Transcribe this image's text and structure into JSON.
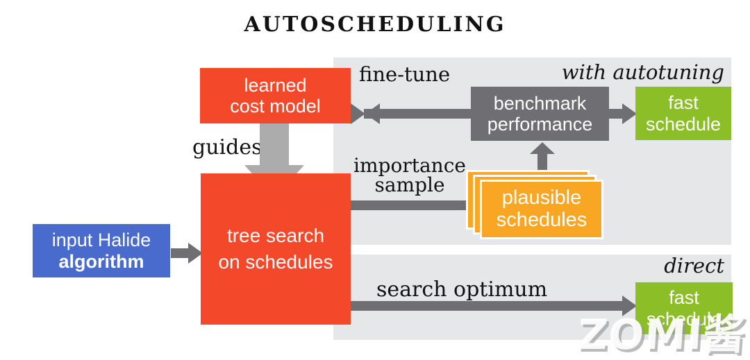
{
  "title": "AUTOSCHEDULING",
  "labels": {
    "fine_tune": "fine-tune",
    "with_autotuning": "with autotuning",
    "guides": "guides",
    "importance_line1": "importance",
    "importance_line2": "sample",
    "search_optimum": "search optimum",
    "direct": "direct"
  },
  "boxes": {
    "learned_cost_model": {
      "line1": "learned",
      "line2": "cost model"
    },
    "tree_search": {
      "line1": "tree search",
      "line2": "on schedules"
    },
    "input_algorithm": {
      "line1": "input Halide",
      "line2": "algorithm"
    },
    "benchmark": {
      "line1": "benchmark",
      "line2": "performance"
    },
    "plausible_schedules": {
      "line1": "plausible",
      "line2": "schedules"
    },
    "fast_schedule_autotuning": {
      "line1": "fast",
      "line2": "schedule"
    },
    "fast_schedule_direct": {
      "line1": "fast",
      "line2": "schedule"
    }
  },
  "watermark": "ZOMI酱",
  "colors": {
    "red": "#f4482a",
    "blue": "#4a6bce",
    "green": "#8cbe28",
    "orange": "#f8a623",
    "dark_gray": "#6e6e73",
    "light_gray": "#acacac",
    "panel_gray": "#e6e7e9",
    "text_black": "#111111",
    "white": "#ffffff"
  }
}
